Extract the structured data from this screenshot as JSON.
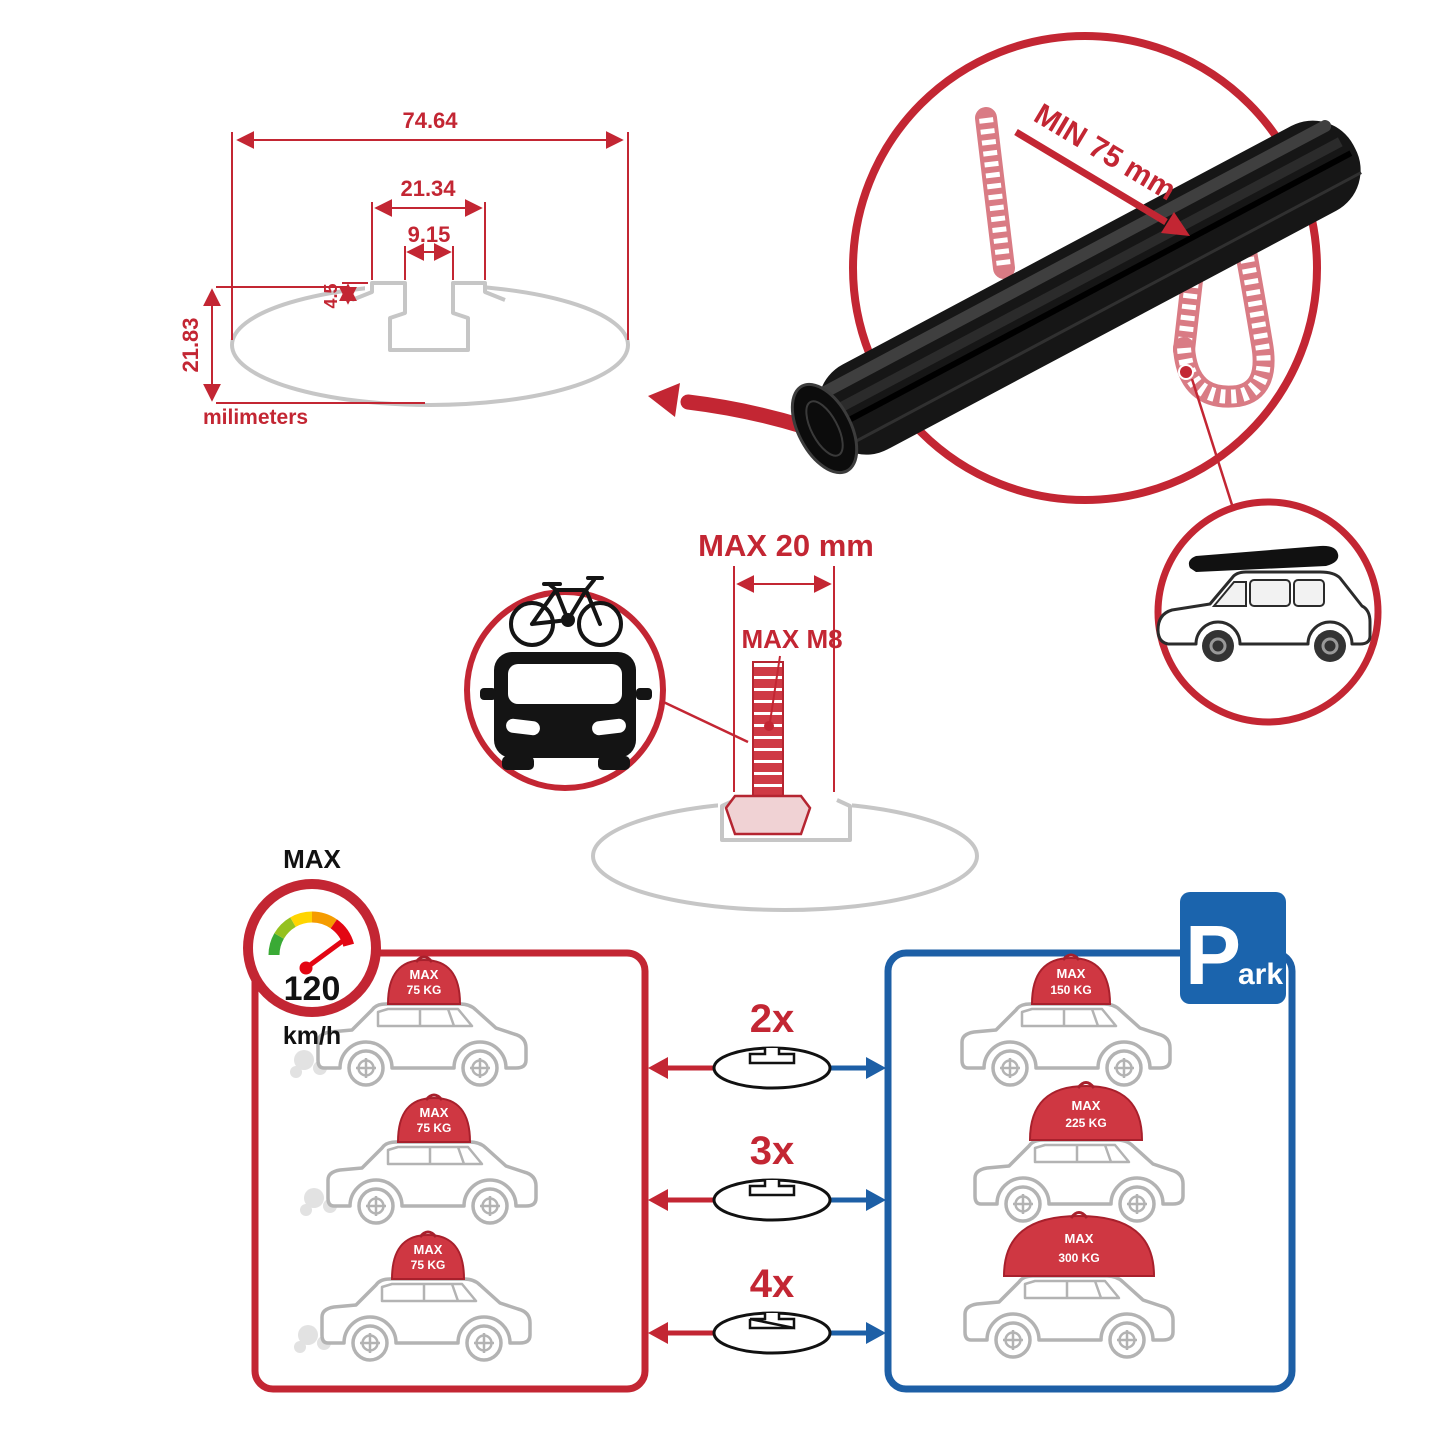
{
  "colors": {
    "accent_red": "#c32633",
    "accent_blue": "#1d5fa6",
    "clamp_pink": "#d97b84",
    "bar_black": "#161616",
    "profile_gray": "#c6c6c6",
    "cargo_red": "#cf3742",
    "park_blue": "#1b64ad"
  },
  "profile_dimensions": {
    "total_width": "74.64",
    "boss_width": "21.34",
    "slot_width": "9.15",
    "boss_height": "4.5",
    "total_height": "21.83",
    "units": "milimeters"
  },
  "clamp": {
    "min_label": "MIN 75 mm"
  },
  "bolt": {
    "max_length": "MAX 20 mm",
    "max_thread": "MAX M8"
  },
  "speed": {
    "title": "MAX",
    "value": "120",
    "unit": "km/h"
  },
  "multipliers": [
    "2x",
    "3x",
    "4x"
  ],
  "load": {
    "driving": [
      {
        "max": "MAX",
        "weight": "75 KG"
      },
      {
        "max": "MAX",
        "weight": "75 KG"
      },
      {
        "max": "MAX",
        "weight": "75 KG"
      }
    ],
    "parked": [
      {
        "max": "MAX",
        "weight": "150 KG"
      },
      {
        "max": "MAX",
        "weight": "225 KG"
      },
      {
        "max": "MAX",
        "weight": "300 KG"
      }
    ]
  },
  "park_sign": {
    "letter": "P",
    "rest": "ark"
  }
}
